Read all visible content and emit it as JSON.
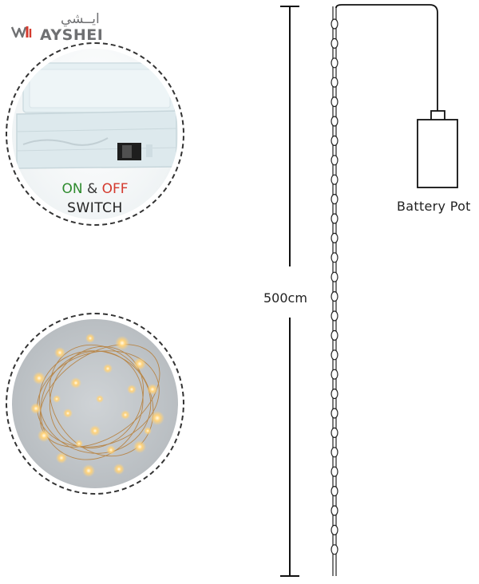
{
  "brand": {
    "name_arabic": "ايــشي",
    "name_latin": "AYSHEI"
  },
  "switch_label": {
    "on": "ON",
    "amp": "&",
    "off": "OFF",
    "switch": "SWITCH"
  },
  "dimension_label": "500cm",
  "battery_label": "Battery Pot",
  "colors": {
    "on_green": "#2e8b2e",
    "off_red": "#d43a2e",
    "logo_grey": "#6f7072",
    "logo_red": "#d43a2e",
    "led_glow": "#ffd27a"
  }
}
